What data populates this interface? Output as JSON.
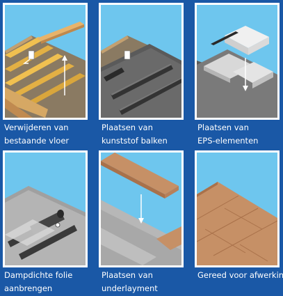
{
  "steps": [
    {
      "line1": "Verwijderen van",
      "line2": "bestaande vloer"
    },
    {
      "line1": "Plaatsen van",
      "line2": "kunststof balken"
    },
    {
      "line1": "Plaatsen van",
      "line2": "EPS-elementen"
    },
    {
      "line1": "Dampdichte folie",
      "line2": "aanbrengen"
    },
    {
      "line1": "Plaatsen van",
      "line2": "underlayment"
    },
    {
      "line1": "Gereed voor afwerking",
      "line2": ""
    }
  ],
  "colors": {
    "background": "#1a58a6",
    "wall": "#6ec6ee",
    "beam": "#e3b044",
    "floor": "#c69066",
    "foil": "#a0a0a0"
  }
}
